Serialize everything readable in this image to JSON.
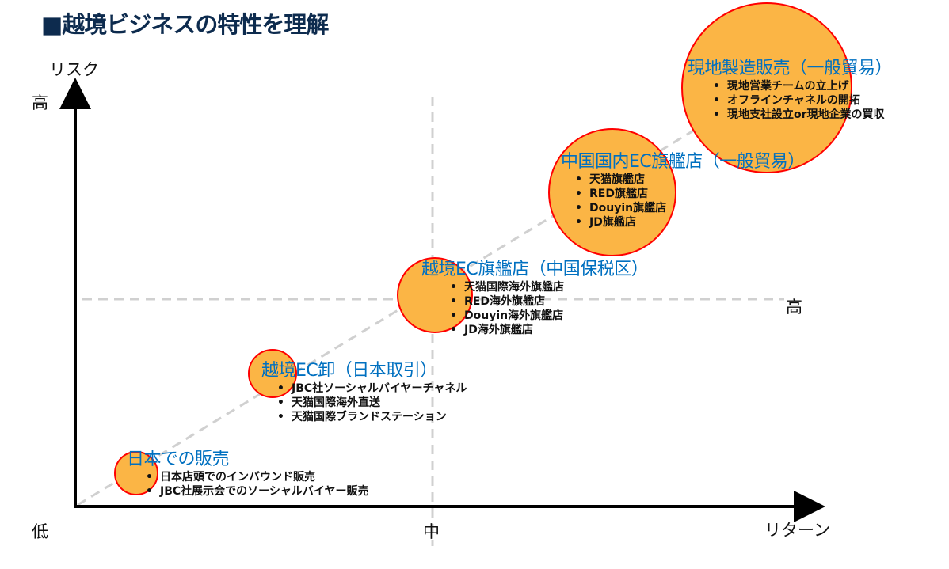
{
  "title": "■越境ビジネスの特性を理解",
  "axes": {
    "y_label": "リスク",
    "y_high": "高",
    "origin": "低",
    "x_mid": "中",
    "x_high": "高",
    "x_label": "リターン"
  },
  "groups": [
    {
      "title": "日本での販売",
      "items": [
        "日本店頭でのインバウンド販売",
        "JBC社展示会でのソーシャルバイヤー販売"
      ]
    },
    {
      "title": "越境EC卸（日本取引）",
      "items": [
        "JBC社ソーシャルバイヤーチャネル",
        "天猫国際海外直送",
        "天猫国際ブランドステーション"
      ]
    },
    {
      "title": "越境EC旗艦店（中国保税区）",
      "items": [
        "天猫国際海外旗艦店",
        "RED海外旗艦店",
        "Douyin海外旗艦店",
        "JD海外旗艦店"
      ]
    },
    {
      "title": "中国国内EC旗艦店（一般貿易）",
      "items": [
        "天猫旗艦店",
        "RED旗艦店",
        "Douyin旗艦店",
        "JD旗艦店"
      ]
    },
    {
      "title": "現地製造販売（一般貿易）",
      "items": [
        "現地営業チームの立上げ",
        "オフラインチャネルの開拓",
        "現地支社設立or現地企業の買収"
      ]
    }
  ],
  "colors": {
    "bubble_fill": "#fbb545",
    "bubble_stroke": "#ff0000",
    "group_title": "#0070c0",
    "title": "#0d2b4e",
    "dash": "#d0d0d0"
  }
}
